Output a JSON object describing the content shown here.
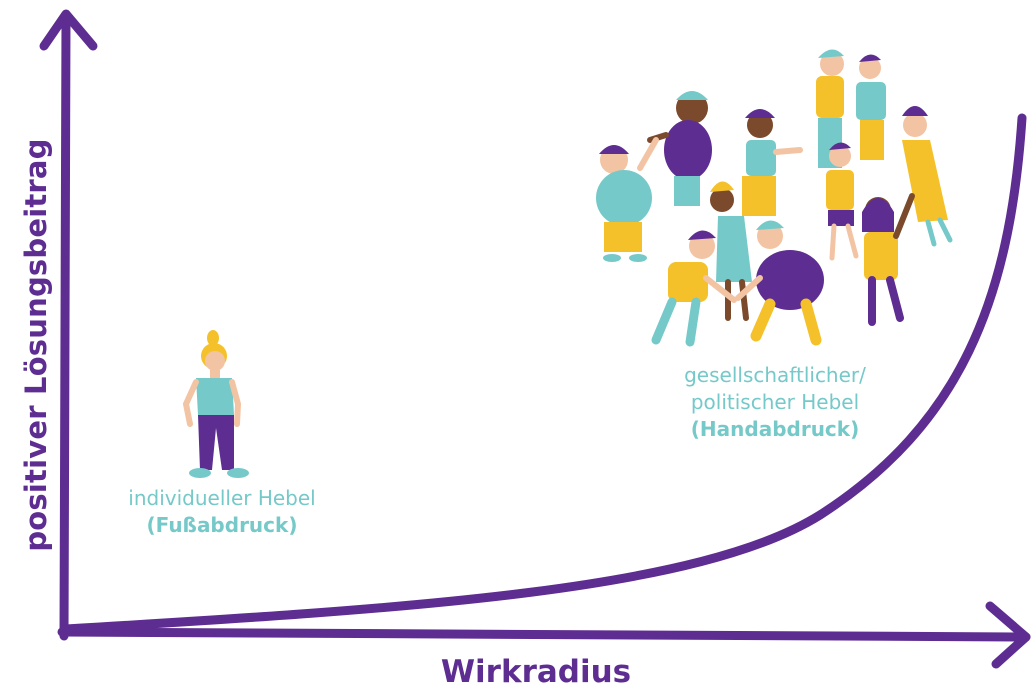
{
  "colors": {
    "purple": "#5e2d91",
    "teal": "#76c9c9",
    "yellow": "#f5c12a",
    "skin_light": "#f2c4a4",
    "skin_dark": "#7b4a2c"
  },
  "axes": {
    "y_title": "positiver Lösungsbeitrag",
    "x_title": "Wirkradius"
  },
  "individual": {
    "line1": "individueller Hebel",
    "line2": "(Fußabdruck)",
    "illustration": "single-person-figure"
  },
  "societal": {
    "line1": "gesellschaftlicher/",
    "line2": "politischer Hebel",
    "line3": "(Handabdruck)",
    "illustration": "crowd-of-people-figures"
  },
  "curve": {
    "shape": "exponential"
  }
}
